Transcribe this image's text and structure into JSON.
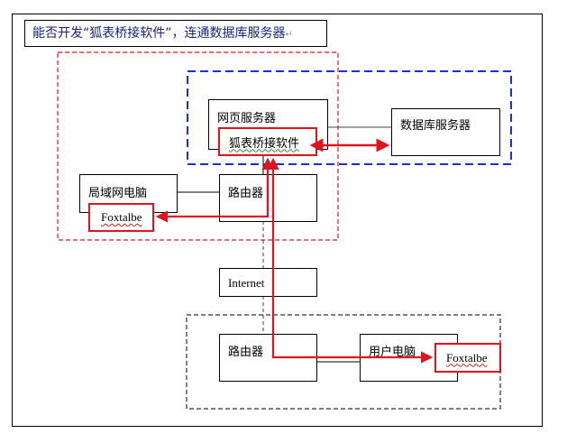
{
  "title": "能否开发“狐表桥接软件”，连通数据库服务器",
  "colors": {
    "local_zone": "#e0141c",
    "server_zone": "#1a2fd6",
    "user_zone": "#000000",
    "highlight": "#e0141c",
    "title_text": "#1a237e"
  },
  "nodes": {
    "web_server": "网页服务器",
    "bridge_software": "狐表桥接软件",
    "db_server": "数据库服务器",
    "lan_pc": "局域网电脑",
    "lan_foxtable": "Foxtalbe",
    "router_top": "路由器",
    "internet": "Internet",
    "router_bottom": "路由器",
    "user_pc": "用户电脑",
    "user_foxtable": "Foxtalbe"
  },
  "paragraph_mark": "↵"
}
